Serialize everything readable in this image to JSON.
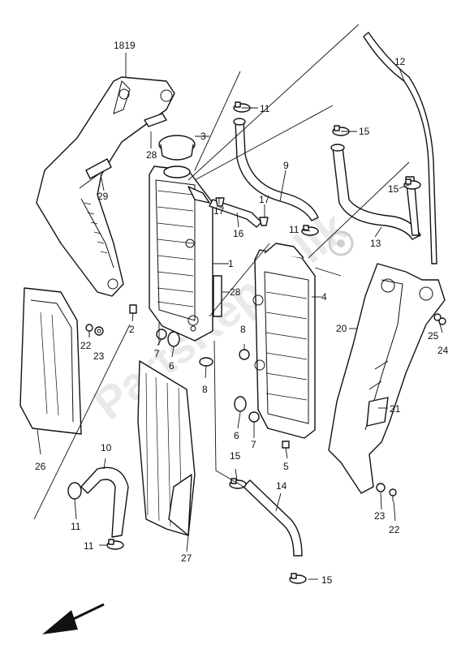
{
  "watermark": "PartsRepublik",
  "callouts": {
    "c1819": "1819",
    "c12": "12",
    "c11a": "11",
    "c3": "3",
    "c15a": "15",
    "c28a": "28",
    "c9": "9",
    "c29": "29",
    "c15b": "15",
    "c17a": "17",
    "c17b": "17",
    "c16": "16",
    "c11b": "11",
    "c13": "13",
    "c1": "1",
    "c28b": "28",
    "c4": "4",
    "c20": "20",
    "c25": "25",
    "c24": "24",
    "c2": "2",
    "c22a": "22",
    "c23a": "23",
    "c8a": "8",
    "c7a": "7",
    "c6a": "6",
    "c8b": "8",
    "c21": "21",
    "c6b": "6",
    "c7b": "7",
    "c26": "26",
    "c10": "10",
    "c5": "5",
    "c15c": "15",
    "c14": "14",
    "c23b": "23",
    "c22b": "22",
    "c11c": "11",
    "c11d": "11",
    "c27": "27",
    "c15d": "15"
  },
  "icons": {
    "direction": "front-arrow-icon",
    "watermark_gear": "gear-icon"
  }
}
